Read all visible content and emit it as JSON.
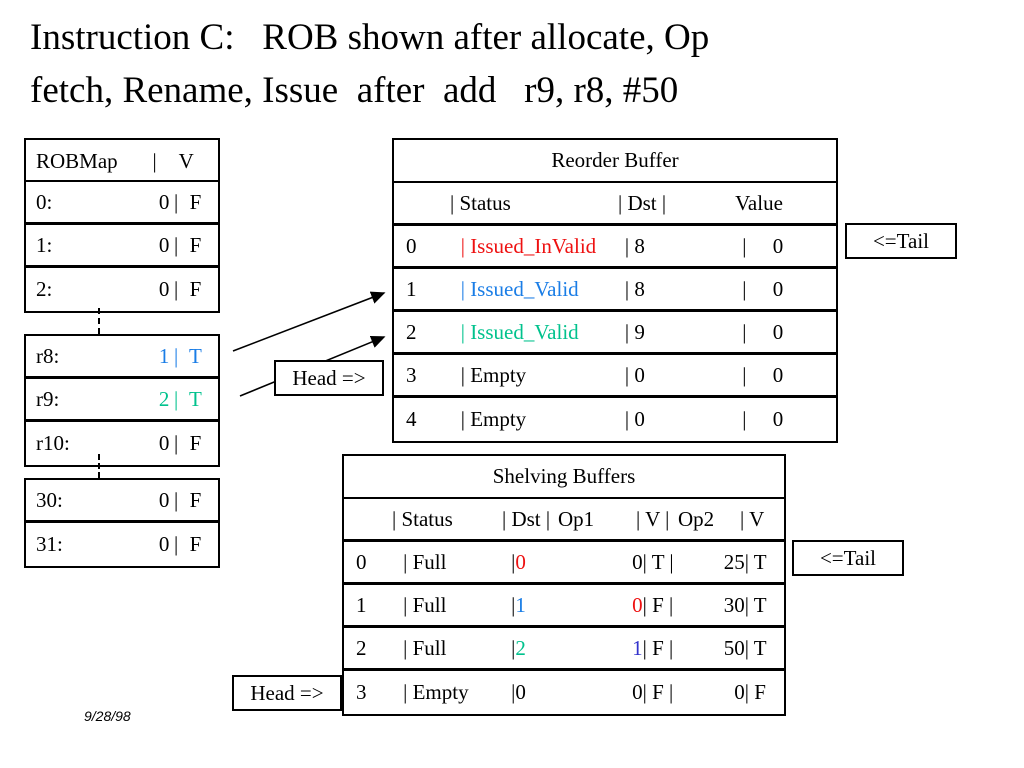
{
  "slide": {
    "title": "Instruction C:   ROB shown after allocate, Op\nfetch, Rename, Issue  after  add   r9, r8, #50",
    "date": "9/28/98"
  },
  "colors": {
    "black": "#000000",
    "red": "#ee1111",
    "blue": "#1a7de6",
    "teal": "#00c28d",
    "indigo": "#3333cc",
    "background": "#ffffff"
  },
  "robmap": {
    "caption": {
      "name": "ROBMap",
      "bar": "|",
      "v": "V"
    },
    "group1": [
      {
        "name": "0:",
        "val": "0",
        "bar": "|",
        "v": "F",
        "color": "black"
      },
      {
        "name": "1:",
        "val": "0",
        "bar": "|",
        "v": "F",
        "color": "black"
      },
      {
        "name": "2:",
        "val": "0",
        "bar": "|",
        "v": "F",
        "color": "black"
      }
    ],
    "group2": [
      {
        "name": "r8:",
        "val": "1",
        "bar": "|",
        "v": "T",
        "color": "blue"
      },
      {
        "name": "r9:",
        "val": "2",
        "bar": "|",
        "v": "T",
        "color": "teal"
      },
      {
        "name": "r10:",
        "val": "0",
        "bar": "|",
        "v": "F",
        "color": "black"
      }
    ],
    "group3": [
      {
        "name": "30:",
        "val": "0",
        "bar": "|",
        "v": "F",
        "color": "black"
      },
      {
        "name": "31:",
        "val": "0",
        "bar": "|",
        "v": "F",
        "color": "black"
      }
    ]
  },
  "rob": {
    "caption": "Reorder Buffer",
    "header": {
      "idx": "",
      "status": "| Status",
      "dst": "| Dst |",
      "value": "Value"
    },
    "rows": [
      {
        "idx": "0",
        "status": "| Issued_InValid",
        "status_color": "red",
        "dst": "| 8",
        "value": "0"
      },
      {
        "idx": "1",
        "status": "| Issued_Valid",
        "status_color": "blue",
        "dst": "| 8",
        "value": "0"
      },
      {
        "idx": "2",
        "status": "| Issued_Valid",
        "status_color": "teal",
        "dst": "| 9",
        "value": "0"
      },
      {
        "idx": "3",
        "status": "| Empty",
        "status_color": "black",
        "dst": "| 0",
        "value": "0"
      },
      {
        "idx": "4",
        "status": "| Empty",
        "status_color": "black",
        "dst": "| 0",
        "value": "0"
      }
    ],
    "value_bar": "|"
  },
  "shelving": {
    "caption": "Shelving Buffers",
    "header": {
      "idx": "",
      "status": "| Status",
      "dst": "| Dst |",
      "op1": "Op1",
      "v1": "| V |",
      "op2": "Op2",
      "v2": "| V"
    },
    "rows": [
      {
        "idx": "0",
        "status": "| Full",
        "dst": "0",
        "dst_color": "red",
        "op1": "0",
        "op1_color": "black",
        "v1": "| T |",
        "op2": "25",
        "v2": "| T"
      },
      {
        "idx": "1",
        "status": "| Full",
        "dst": "1",
        "dst_color": "blue",
        "op1": "0",
        "op1_color": "red",
        "v1": "| F |",
        "op2": "30",
        "v2": "| T"
      },
      {
        "idx": "2",
        "status": "| Full",
        "dst": "2",
        "dst_color": "teal",
        "op1": "1",
        "op1_color": "indigo",
        "v1": "| F |",
        "op2": "50",
        "v2": "| T"
      },
      {
        "idx": "3",
        "status": "| Empty",
        "dst": "0",
        "dst_color": "black",
        "op1": "0",
        "op1_color": "black",
        "v1": "| F |",
        "op2": "0",
        "v2": "| F"
      }
    ],
    "dst_bar": "|",
    "op1_bar": "|"
  },
  "callouts": {
    "tail_rob": "<=Tail",
    "tail_shelving": "<=Tail",
    "head_rob": "Head =>",
    "head_shelving": "Head =>"
  },
  "annotations": {
    "arrow1": "arrow-to-rob-entry-1",
    "arrow2": "arrow-to-rob-entry-2"
  }
}
